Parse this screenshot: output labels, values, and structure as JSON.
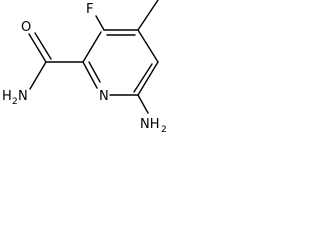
{
  "molecule": {
    "atoms": {
      "fluorine": "F",
      "ring_nitrogen": "N",
      "carbonyl_oxygen": "O",
      "amide_nitrogen": "H",
      "amide_h_subscript": "2",
      "amide_n": "N",
      "amino_nitrogen": "NH",
      "amino_h_subscript": "2"
    }
  }
}
